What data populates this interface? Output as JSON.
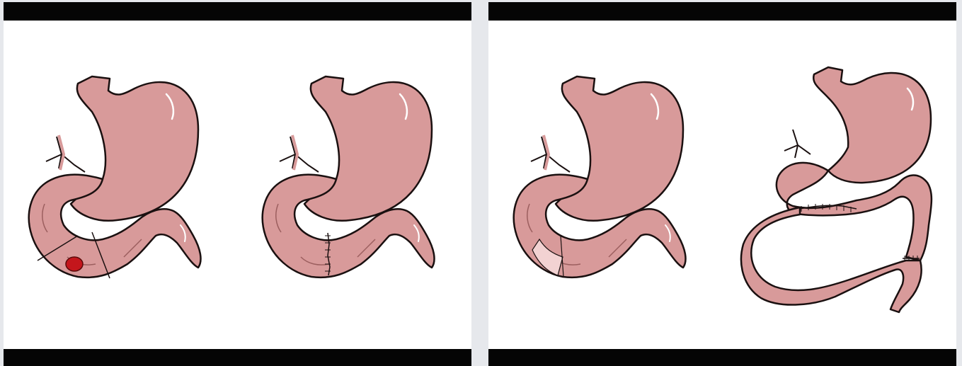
{
  "panels": [
    {
      "id": "panel-1",
      "illustrations": [
        {
          "id": "stomach-duodenum-lesion",
          "variant": "lesion",
          "has_lesion": true
        },
        {
          "id": "stomach-duodenum-anastomosis",
          "variant": "anastomosis",
          "has_lesion": false
        }
      ]
    },
    {
      "id": "panel-2",
      "illustrations": [
        {
          "id": "stomach-duodenum-patch",
          "variant": "patch",
          "has_lesion": false
        },
        {
          "id": "stomach-roux-loop",
          "variant": "roux",
          "has_lesion": false
        }
      ]
    }
  ],
  "colors": {
    "organ_fill": "#d89a9a",
    "organ_outline": "#1a1010",
    "lesion_fill": "#c4161c",
    "patch_fill": "#f2d2d2",
    "frame_bar": "#050505",
    "background": "#e6e8ec"
  }
}
